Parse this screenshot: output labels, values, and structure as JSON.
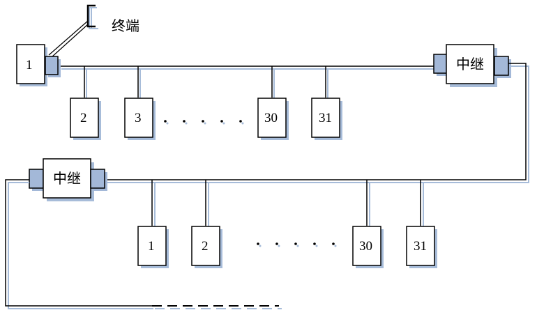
{
  "legend": {
    "terminator_label": "终端"
  },
  "segment1": {
    "first_node": "1",
    "nodes": [
      "2",
      "3",
      "30",
      "31"
    ],
    "repeater_label": "中继"
  },
  "segment2": {
    "repeater_label": "中继",
    "nodes": [
      "1",
      "2",
      "30",
      "31"
    ]
  },
  "colors": {
    "line": "#000000",
    "shadow": "#a7bcd9",
    "connector": "#a3b8d8"
  }
}
